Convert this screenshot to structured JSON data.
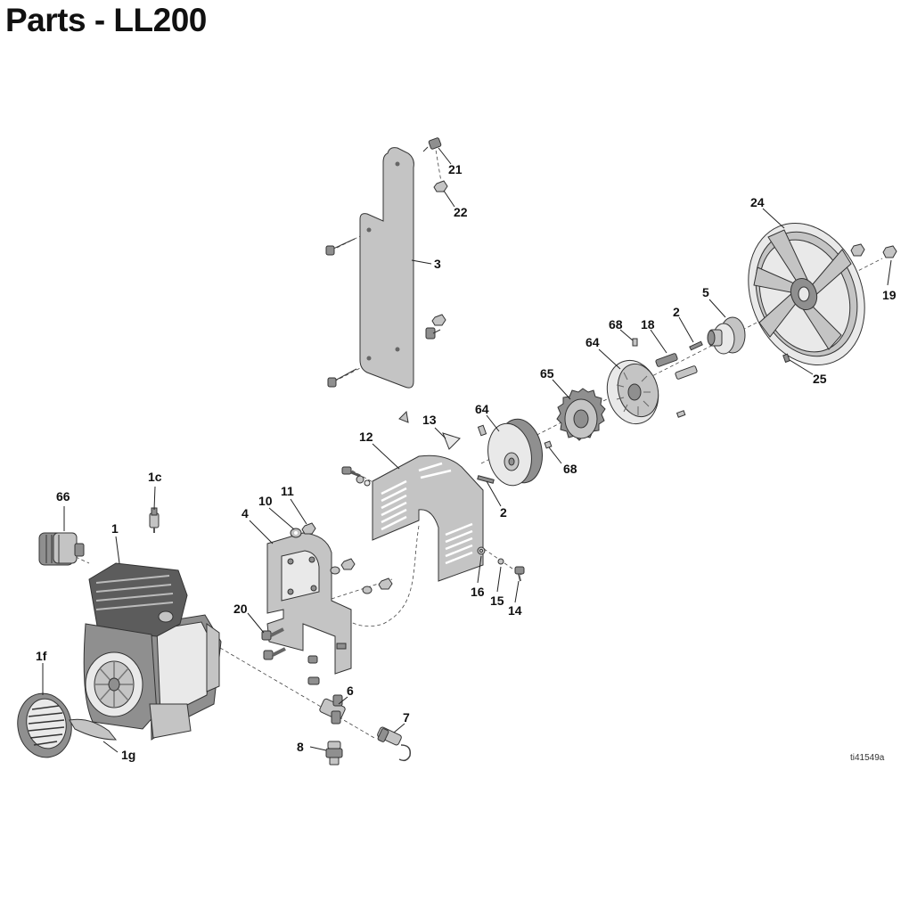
{
  "page": {
    "title": "Parts - LL200",
    "figure_id": "ti41549a"
  },
  "callouts": [
    {
      "id": "c21",
      "label": "21"
    },
    {
      "id": "c22",
      "label": "22"
    },
    {
      "id": "c3",
      "label": "3"
    },
    {
      "id": "c24",
      "label": "24"
    },
    {
      "id": "c19",
      "label": "19"
    },
    {
      "id": "c5",
      "label": "5"
    },
    {
      "id": "c2a",
      "label": "2"
    },
    {
      "id": "c18",
      "label": "18"
    },
    {
      "id": "c68a",
      "label": "68"
    },
    {
      "id": "c64a",
      "label": "64"
    },
    {
      "id": "c25",
      "label": "25"
    },
    {
      "id": "c65",
      "label": "65"
    },
    {
      "id": "c64b",
      "label": "64"
    },
    {
      "id": "c68b",
      "label": "68"
    },
    {
      "id": "c13",
      "label": "13"
    },
    {
      "id": "c12",
      "label": "12"
    },
    {
      "id": "c2b",
      "label": "2"
    },
    {
      "id": "c1c",
      "label": "1c"
    },
    {
      "id": "c66",
      "label": "66"
    },
    {
      "id": "c11",
      "label": "11"
    },
    {
      "id": "c10",
      "label": "10"
    },
    {
      "id": "c4",
      "label": "4"
    },
    {
      "id": "c1",
      "label": "1"
    },
    {
      "id": "c16",
      "label": "16"
    },
    {
      "id": "c15",
      "label": "15"
    },
    {
      "id": "c14",
      "label": "14"
    },
    {
      "id": "c20",
      "label": "20"
    },
    {
      "id": "c1f",
      "label": "1f"
    },
    {
      "id": "c6",
      "label": "6"
    },
    {
      "id": "c7",
      "label": "7"
    },
    {
      "id": "c8",
      "label": "8"
    },
    {
      "id": "c1g",
      "label": "1g"
    }
  ]
}
